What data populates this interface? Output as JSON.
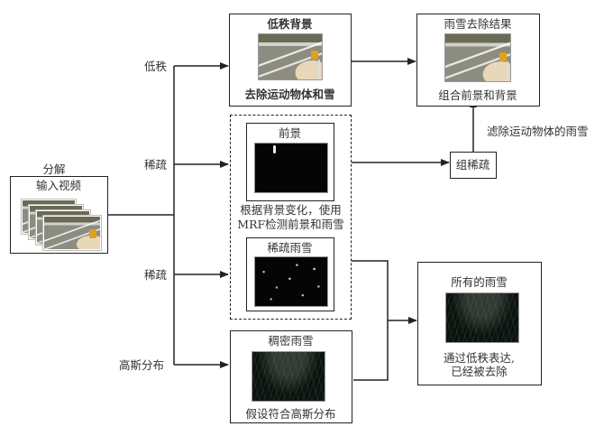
{
  "input": {
    "heading": "分解",
    "title": "输入视频"
  },
  "branches": {
    "low_rank": "低秩",
    "sparse_1": "稀疏",
    "sparse_2": "稀疏",
    "gaussian": "高斯分布"
  },
  "low_rank_box": {
    "title": "低秩背景",
    "caption": "去除运动物体和雪"
  },
  "result_box": {
    "title": "雨雪去除结果",
    "caption": "组合前景和背景"
  },
  "foreground_box": {
    "title": "前景",
    "caption_line1": "根据背景变化，使用",
    "caption_line2": "MRF检测前景和雨雪"
  },
  "sparse_rain_box": {
    "title": "稀疏雨雪"
  },
  "group_sparse_box": {
    "label": "组稀疏",
    "note": "滤除运动物体的雨雪"
  },
  "dense_rain_box": {
    "title": "稠密雨雪",
    "caption": "假设符合高斯分布"
  },
  "all_rain_box": {
    "title": "所有的雨雪",
    "caption_line1": "通过低秩表达,",
    "caption_line2": "已经被去除"
  },
  "colors": {
    "line": "#222222",
    "text": "#333333",
    "thumb_dark": "#050505"
  }
}
